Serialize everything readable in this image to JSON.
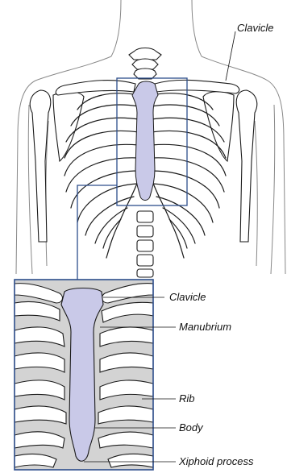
{
  "labels": {
    "clavicle_top": "Clavicle",
    "clavicle_inset": "Clavicle",
    "manubrium": "Manubrium",
    "rib": "Rib",
    "body": "Body",
    "xiphoid": "Xiphoid process"
  },
  "colors": {
    "sternum": "#c9c9e8",
    "frame": "#2d4e8c",
    "inset_background": "#d3d3d3",
    "line": "#1a1a1a"
  }
}
